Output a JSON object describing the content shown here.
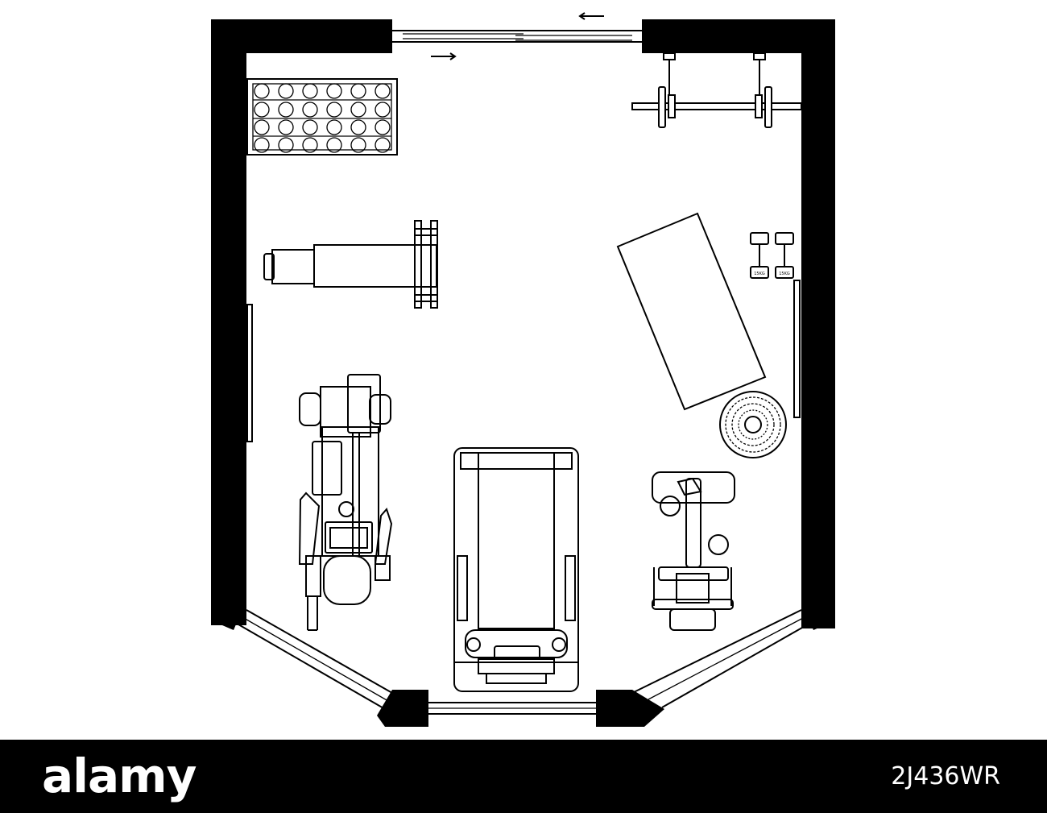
{
  "diagram": {
    "colors": {
      "wall": "#000000",
      "floor": "#ffffff",
      "line": "#000000"
    },
    "equipment": [
      "dumbbell-rack",
      "pull-up-bar",
      "weight-bench",
      "exercise-mat",
      "hex-dumbbells",
      "exercise-ball",
      "cable-machine",
      "treadmill",
      "exercise-bike"
    ],
    "dumbbell_label": "15KG"
  },
  "watermark": {
    "logo": "alamy",
    "image_id": "2J436WR"
  }
}
